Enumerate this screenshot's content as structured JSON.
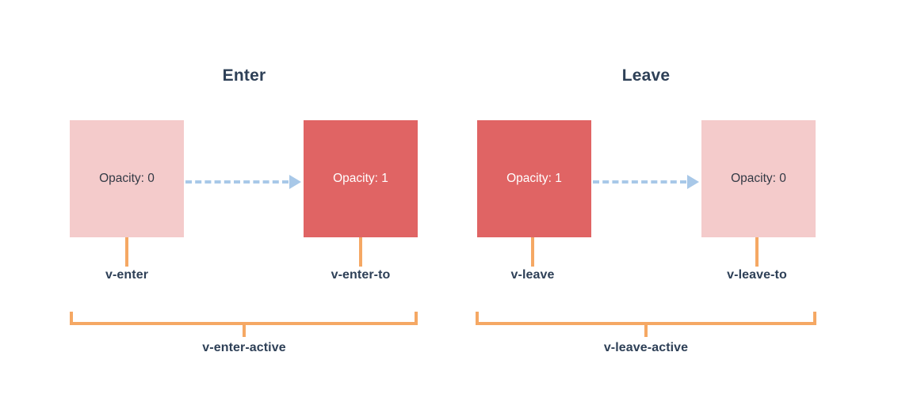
{
  "diagram": {
    "title_enter": "Enter",
    "title_leave": "Leave",
    "colors": {
      "box_opacity_zero": "#f4cbcb",
      "box_opacity_one": "#e06464",
      "arrow": "#a8c8e8",
      "connector": "#f5a864",
      "text_dark": "#2e4057",
      "text_on_dark_box": "#ffffff",
      "background": "#ffffff"
    },
    "groups": [
      {
        "name": "enter",
        "title": "Enter",
        "active_label": "v-enter-active",
        "states": [
          {
            "box_text": "Opacity: 0",
            "opacity": 0,
            "class_label": "v-enter"
          },
          {
            "box_text": "Opacity: 1",
            "opacity": 1,
            "class_label": "v-enter-to"
          }
        ]
      },
      {
        "name": "leave",
        "title": "Leave",
        "active_label": "v-leave-active",
        "states": [
          {
            "box_text": "Opacity: 1",
            "opacity": 1,
            "class_label": "v-leave"
          },
          {
            "box_text": "Opacity: 0",
            "opacity": 0,
            "class_label": "v-leave-to"
          }
        ]
      }
    ]
  }
}
